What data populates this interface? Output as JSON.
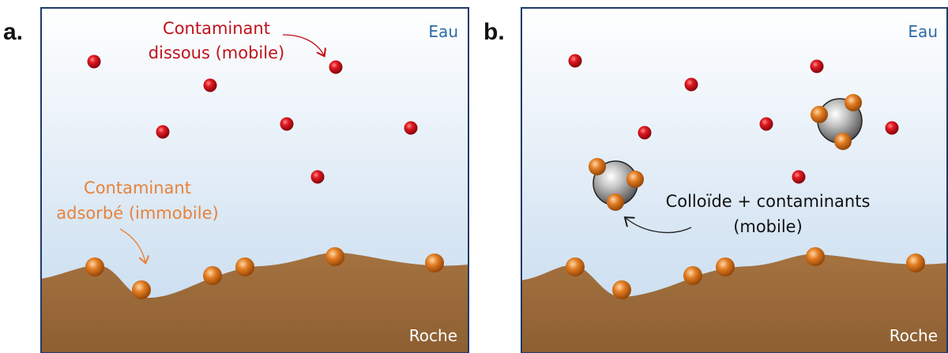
{
  "panels": [
    {
      "label": "a.",
      "water_label": "Eau",
      "rock_label": "Roche",
      "dissolved_label_line1": "Contaminant",
      "dissolved_label_line2": "dissous (mobile)",
      "adsorbed_label_line1": "Contaminant",
      "adsorbed_label_line2": "adsorbé (immobile)"
    },
    {
      "label": "b.",
      "water_label": "Eau",
      "rock_label": "Roche",
      "colloid_label_line1": "Colloïde + contaminants",
      "colloid_label_line2": "(mobile)"
    }
  ],
  "colors": {
    "water_top": "#ffffff",
    "water_bottom": "#c7dcef",
    "frame": "#1f3a68",
    "rock": "#9a6a3a",
    "rock_dark": "#8a5c2f",
    "dissolved": "#d0101a",
    "dissolved_label": "#c0121b",
    "adsorbed": "#e07a1f",
    "adsorbed_label": "#e8823a",
    "water_label": "#2a6aa6",
    "colloid": "#9c9c9c"
  }
}
